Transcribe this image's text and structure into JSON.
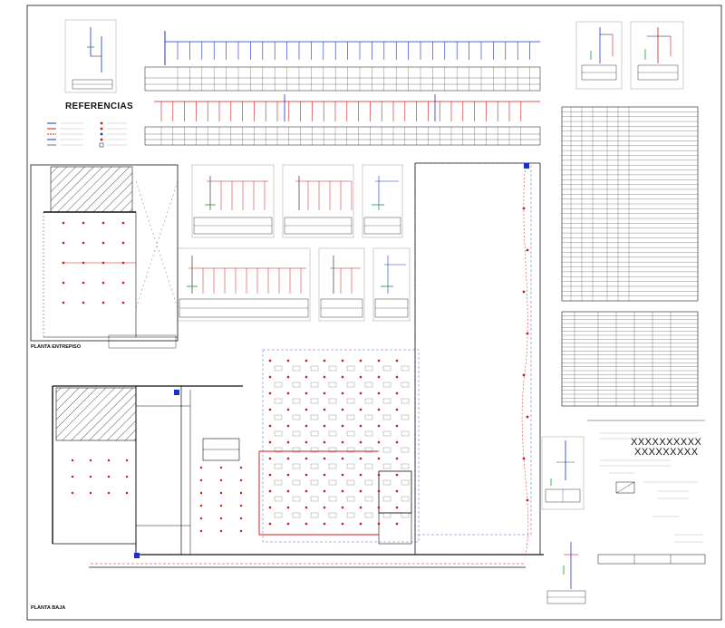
{
  "drawing": {
    "references_title": "REFERENCIAS",
    "floor_labels": {
      "upper": "PLANTA ENTREPISO",
      "ground": "PLANTA BAJA"
    },
    "title_block": {
      "placeholder_line_1": "XXXXXXXXXX",
      "placeholder_line_2": "XXXXXXXXX"
    }
  },
  "colors": {
    "line": "#111111",
    "circuit_red": "#d01818",
    "circuit_blue": "#1a2fd0",
    "ground_green": "#1a9a2a",
    "hatch_grey": "#555555",
    "dashed_border": "#6060c0"
  }
}
